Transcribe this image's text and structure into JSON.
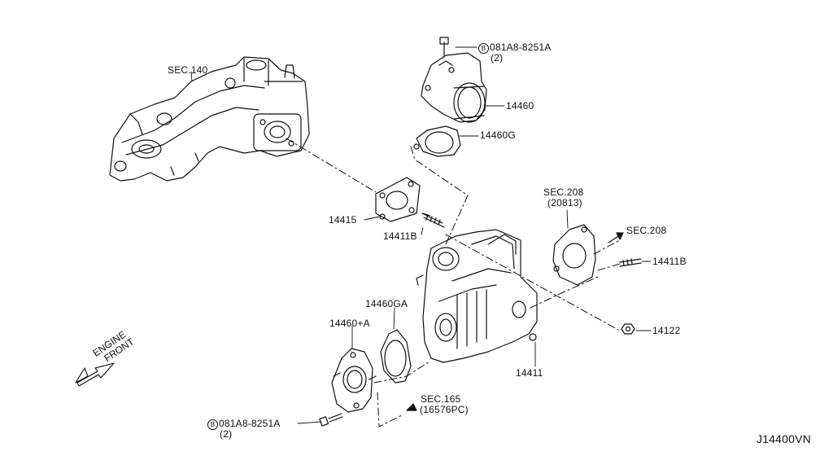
{
  "labels": {
    "sec140": "SEC.140",
    "bolt_top_circle": "B",
    "bolt_top_code": "081A8-8251A",
    "bolt_top_qty": "(2)",
    "p14460": "14460",
    "p14460g": "14460G",
    "sec208_top": "SEC.208",
    "sec208_top_sub": "(20813)",
    "sec208_right": "SEC.208",
    "p14411b_right": "14411B",
    "p14415": "14415",
    "p14411b_left": "14411B",
    "p14122": "14122",
    "p14460ga": "14460GA",
    "p14460a": "14460+A",
    "p14411": "14411",
    "sec165": "SEC.165",
    "sec165_sub": "(16576PC)",
    "bolt_bottom_circle": "B",
    "bolt_bottom_code": "081A8-8251A",
    "bolt_bottom_qty": "(2)",
    "engine": "ENGINE",
    "front": "FRONT",
    "figure_id": "J14400VN"
  },
  "colors": {
    "line": "#111111",
    "background": "#ffffff"
  },
  "icons": {
    "orientation_arrow": "arrow-down-left-icon",
    "bolt_marker": "circled-b-icon"
  }
}
